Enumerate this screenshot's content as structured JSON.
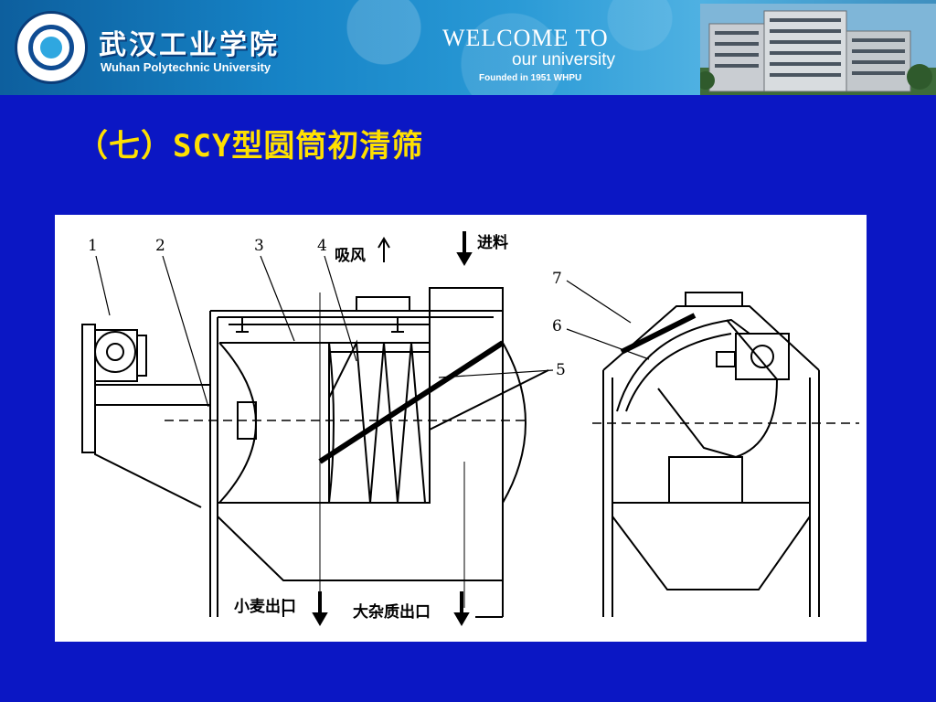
{
  "header": {
    "university_cn": "武汉工业学院",
    "university_en": "Wuhan Polytechnic University",
    "welcome": "WELCOME TO",
    "our_university": "our university",
    "founded": "Founded in 1951 WHPU"
  },
  "slide": {
    "title": "（七）SCY型圆筒初清筛"
  },
  "figure": {
    "part_labels": [
      "1",
      "2",
      "3",
      "4",
      "5",
      "6",
      "7"
    ],
    "suction": "吸风",
    "feed": "进料",
    "wheat_outlet": "小麦出口",
    "impurity_outlet": "大杂质出口"
  },
  "colors": {
    "background": "#0b17c4",
    "title": "#ffe000"
  }
}
